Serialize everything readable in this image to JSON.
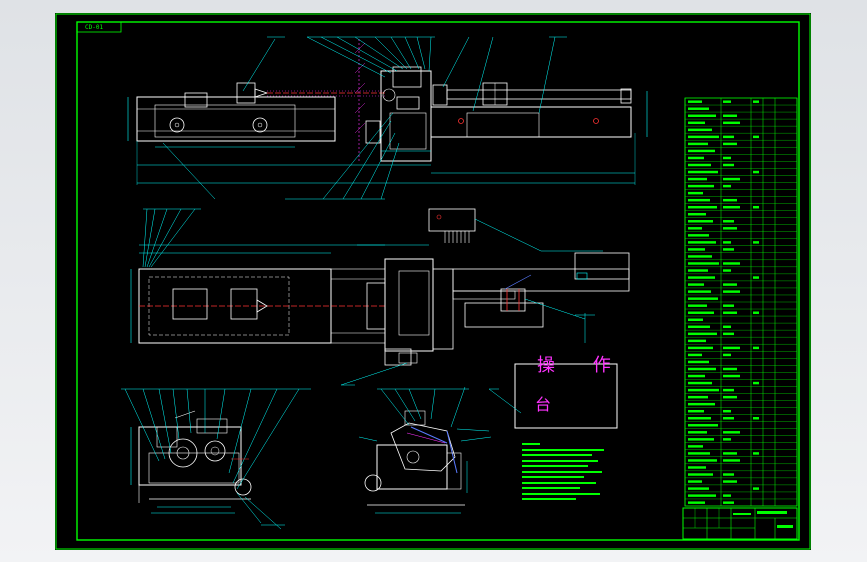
{
  "drawing": {
    "stamp_label": "CD-01",
    "console_label_top": "操  作",
    "console_label_bottom": "台"
  },
  "colors": {
    "background": "#000000",
    "frame": "#00ff00",
    "outline": "#ffffff",
    "dimension": "#00ffff",
    "leader": "#00ffff",
    "center_line": "#ff3333",
    "hatch": "#ff33ff",
    "blue_parts": "#5a7bff",
    "text_green": "#00ff00",
    "text_magenta": "#ff33ff"
  },
  "icons": {
    "drill_tip": "triangle-icon",
    "wheel": "circle-icon"
  }
}
